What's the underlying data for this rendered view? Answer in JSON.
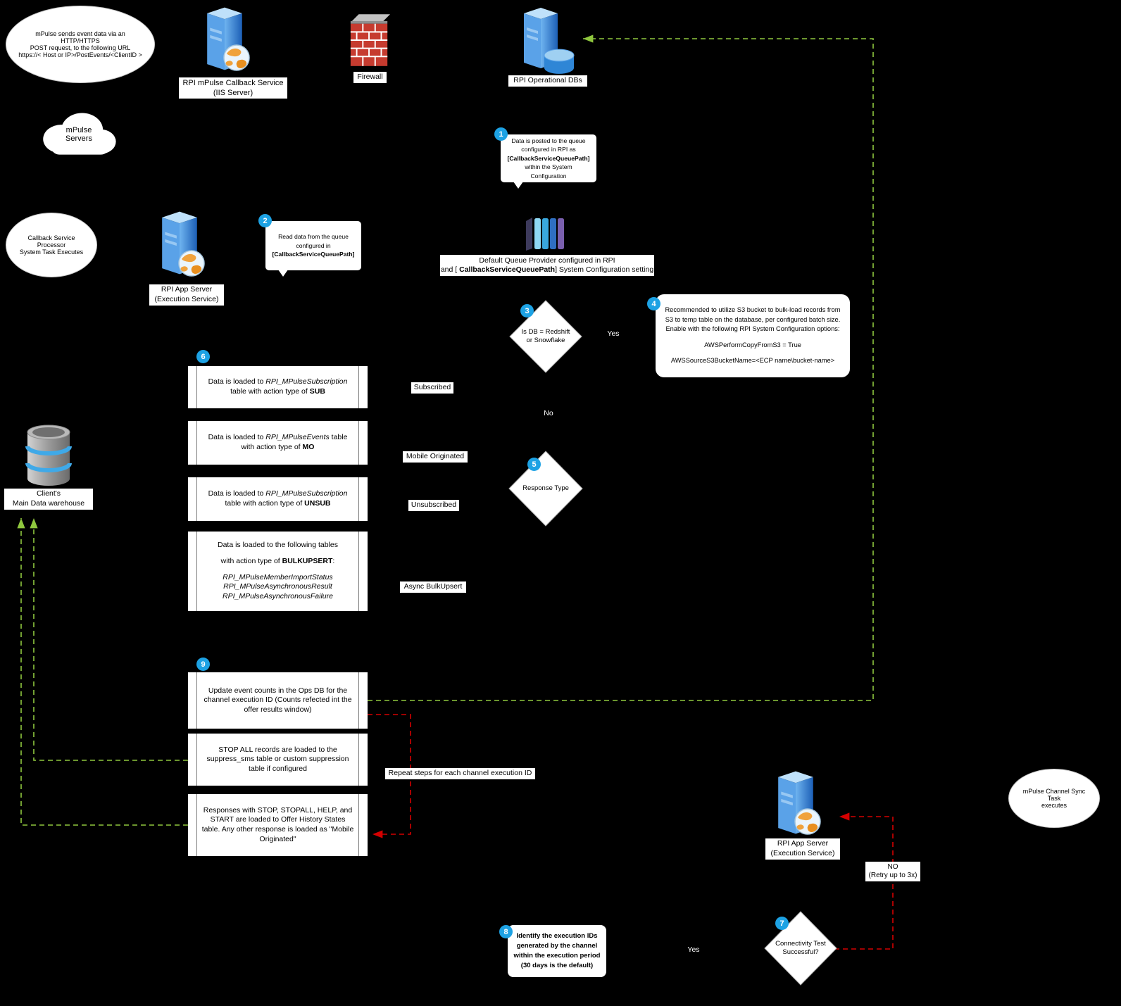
{
  "colors": {
    "green": "#8fc73e",
    "red": "#d40000",
    "badge_blue": "#1da2e4"
  },
  "notes": {
    "post_note": "mPulse sends event data via an HTTP/HTTPS\nPOST request, to the following URL\nhttps://< Host or IP>/PostEvents/<ClientID >",
    "mpulse_servers": "mPulse\nServers",
    "callback_task": "Callback Service Processor\nSystem Task Executes",
    "channel_sync_task": "mPulse Channel Sync Task\nexecutes"
  },
  "icons": {
    "iis_server": {
      "label1": "RPI mPulse Callback Service",
      "label2": "(IIS Server)"
    },
    "firewall": {
      "label": "Firewall"
    },
    "ops_db": {
      "label": "RPI Operational DBs"
    },
    "app_server": {
      "label1": "RPI App Server",
      "label2": "(Execution Service)"
    },
    "app_server2": {
      "label1": "RPI App Server",
      "label2": "(Execution Service)"
    },
    "warehouse": {
      "label1": "Client's",
      "label2": "Main Data warehouse"
    },
    "queue": {
      "line1": "Default Queue Provider configured in RPI",
      "line2_pre": "and [ ",
      "line2_bold": "CallbackServiceQueuePath",
      "line2_post": "] System Configuration setting"
    }
  },
  "callouts": {
    "c1": {
      "num": "1",
      "pre": "Data is posted to the queue configured in RPI as ",
      "bold": "[CallbackServiceQueuePath]",
      "post": " within the System Configuration"
    },
    "c2": {
      "num": "2",
      "pre": "Read data from the queue configured in ",
      "bold": "[CallbackServiceQueuePath]",
      "post": ""
    },
    "c4": {
      "num": "4",
      "para1": "Recommended to utilize S3 bucket to bulk-load records from S3 to temp table on the database, per configured batch size. Enable with the following RPI System Configuration options:",
      "para2": "AWSPerformCopyFromS3 = True",
      "para3": "AWSSourceS3BucketName=<ECP name\\bucket-name>"
    },
    "c8": {
      "num": "8",
      "text": "Identify the execution IDs generated by the channel within the execution period (30 days is the default)"
    }
  },
  "decisions": {
    "d3": {
      "num": "3",
      "text": "Is DB = Redshift or Snowflake",
      "yes": "Yes",
      "no": "No"
    },
    "d5": {
      "num": "5",
      "text": "Response Type"
    },
    "d7": {
      "num": "7",
      "text": "Connectivity Test Successful?",
      "yes": "Yes"
    }
  },
  "step6": {
    "num": "6",
    "boxes": [
      {
        "pre": "Data is loaded to ",
        "italic": "RPI_MPulseSubscription",
        "mid": " table with action type of ",
        "bold": "SUB",
        "label": "Subscribed"
      },
      {
        "pre": "Data is loaded to ",
        "italic": "RPI_MPulseEvents",
        "mid": " table with action type of ",
        "bold": "MO",
        "label": "Mobile Originated"
      },
      {
        "pre": "Data is loaded to ",
        "italic": "RPI_MPulseSubscription",
        "mid": " table with action type of ",
        "bold": "UNSUB",
        "label": "Unsubscribed"
      },
      {
        "line1": "Data is loaded to the following tables",
        "line2_pre": "with action type of ",
        "line2_bold": "BULKUPSERT",
        "line2_post": ":",
        "tables": "RPI_MPulseMemberImportStatus\nRPI_MPulseAsynchronousResult\nRPI_MPulseAsynchronousFailure",
        "label": "Async BulkUpsert"
      }
    ]
  },
  "step9": {
    "num": "9",
    "boxes": [
      "Update event counts in the Ops DB for the channel execution ID (Counts refected int the offer results window)",
      "STOP ALL records are loaded to the suppress_sms table or custom suppression table if configured",
      "Responses with STOP, STOPALL, HELP, and START are loaded to Offer History States table. Any other response is loaded as \"Mobile Originated\""
    ]
  },
  "labels": {
    "repeat": "Repeat steps for each channel execution ID",
    "no_retry": "NO\n(Retry up to 3x)"
  }
}
